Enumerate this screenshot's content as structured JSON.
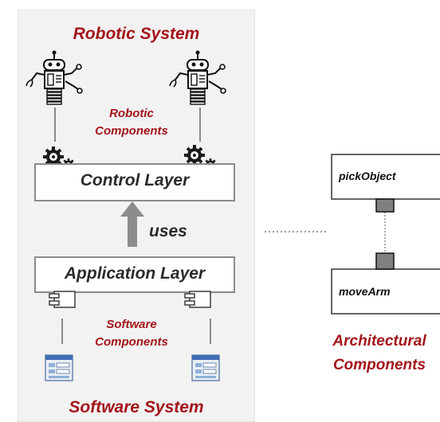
{
  "robotic_system": {
    "title": "Robotic System",
    "components_label_line1": "Robotic",
    "components_label_line2": "Components"
  },
  "control_layer": {
    "label": "Control Layer"
  },
  "uses_label": "uses",
  "application_layer": {
    "label": "Application Layer"
  },
  "software_system": {
    "components_label_line1": "Software",
    "components_label_line2": "Components",
    "title": "Software System"
  },
  "architecture": {
    "component_top": "pickObject",
    "component_bottom": "moveArm",
    "title_line1": "Architectural",
    "title_line2": "Components"
  },
  "colors": {
    "accent_red": "#a3141a",
    "panel_bg": "#f2f2f2",
    "box_border": "#7f7f7f",
    "arrow_gray": "#8c8c8c",
    "port_gray": "#808080",
    "window_blue": "#8fb0d8"
  },
  "icons": [
    "robot-icon",
    "gear-icon",
    "uml-component-icon",
    "window-form-icon",
    "up-arrow-icon",
    "port-icon"
  ]
}
